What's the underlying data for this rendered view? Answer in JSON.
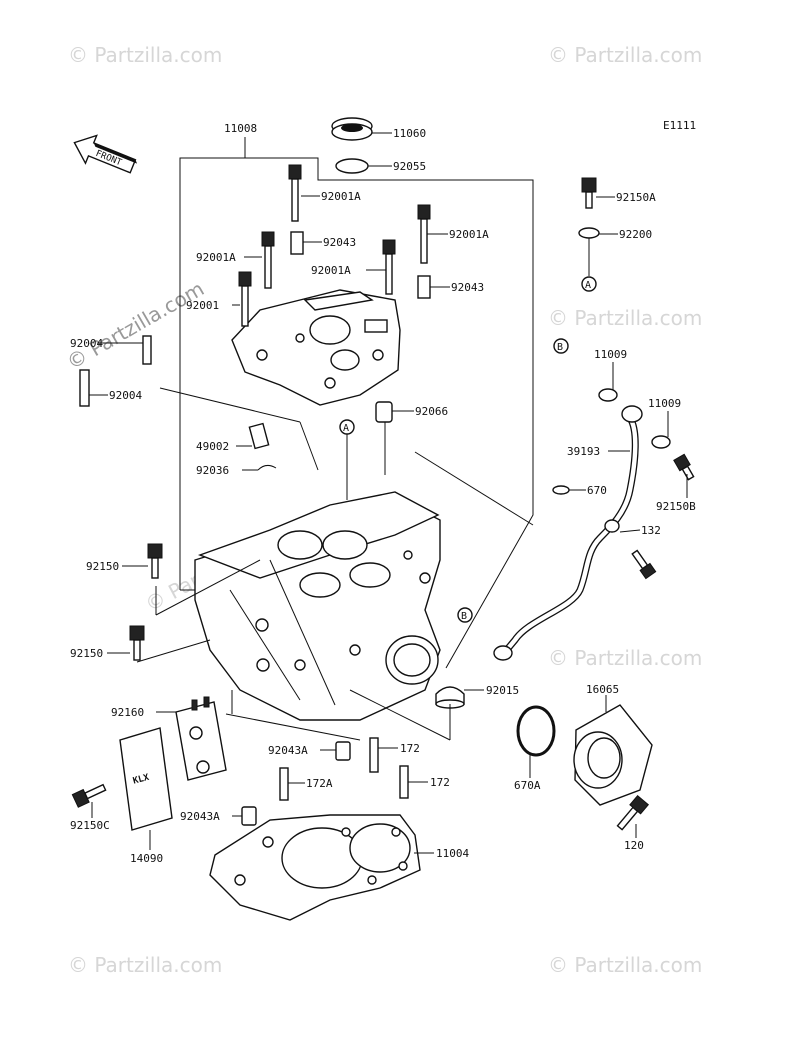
{
  "diagram_code": "E1111",
  "front_label": "FRONT",
  "watermark": "© Partzilla.com",
  "ref_markers": {
    "a": "A",
    "b": "B"
  },
  "labels": {
    "p11008": "11008",
    "p11060": "11060",
    "p92055": "92055",
    "p92001A_top": "92001A",
    "p92043_top": "92043",
    "p92001A_right": "92001A",
    "p92001A_left": "92001A",
    "p92001A_mid": "92001A",
    "p92043_mid": "92043",
    "p92001_left": "92001",
    "p92004_a": "92004",
    "p92004_b": "92004",
    "p92066": "92066",
    "p49002": "49002",
    "p92036": "92036",
    "p92150_a": "92150",
    "p92150_b": "92150",
    "p92160": "92160",
    "p92150C": "92150C",
    "p14090": "14090",
    "p92150A": "92150A",
    "p92200": "92200",
    "p11009_a": "11009",
    "p11009_b": "11009",
    "p39193": "39193",
    "p92150B": "92150B",
    "p670": "670",
    "p132": "132",
    "p92015": "92015",
    "p16065": "16065",
    "p670A": "670A",
    "p120": "120",
    "p92043A_a": "92043A",
    "p172_a": "172",
    "p172A": "172A",
    "p172_b": "172",
    "p92043A_b": "92043A",
    "p11004": "11004"
  }
}
